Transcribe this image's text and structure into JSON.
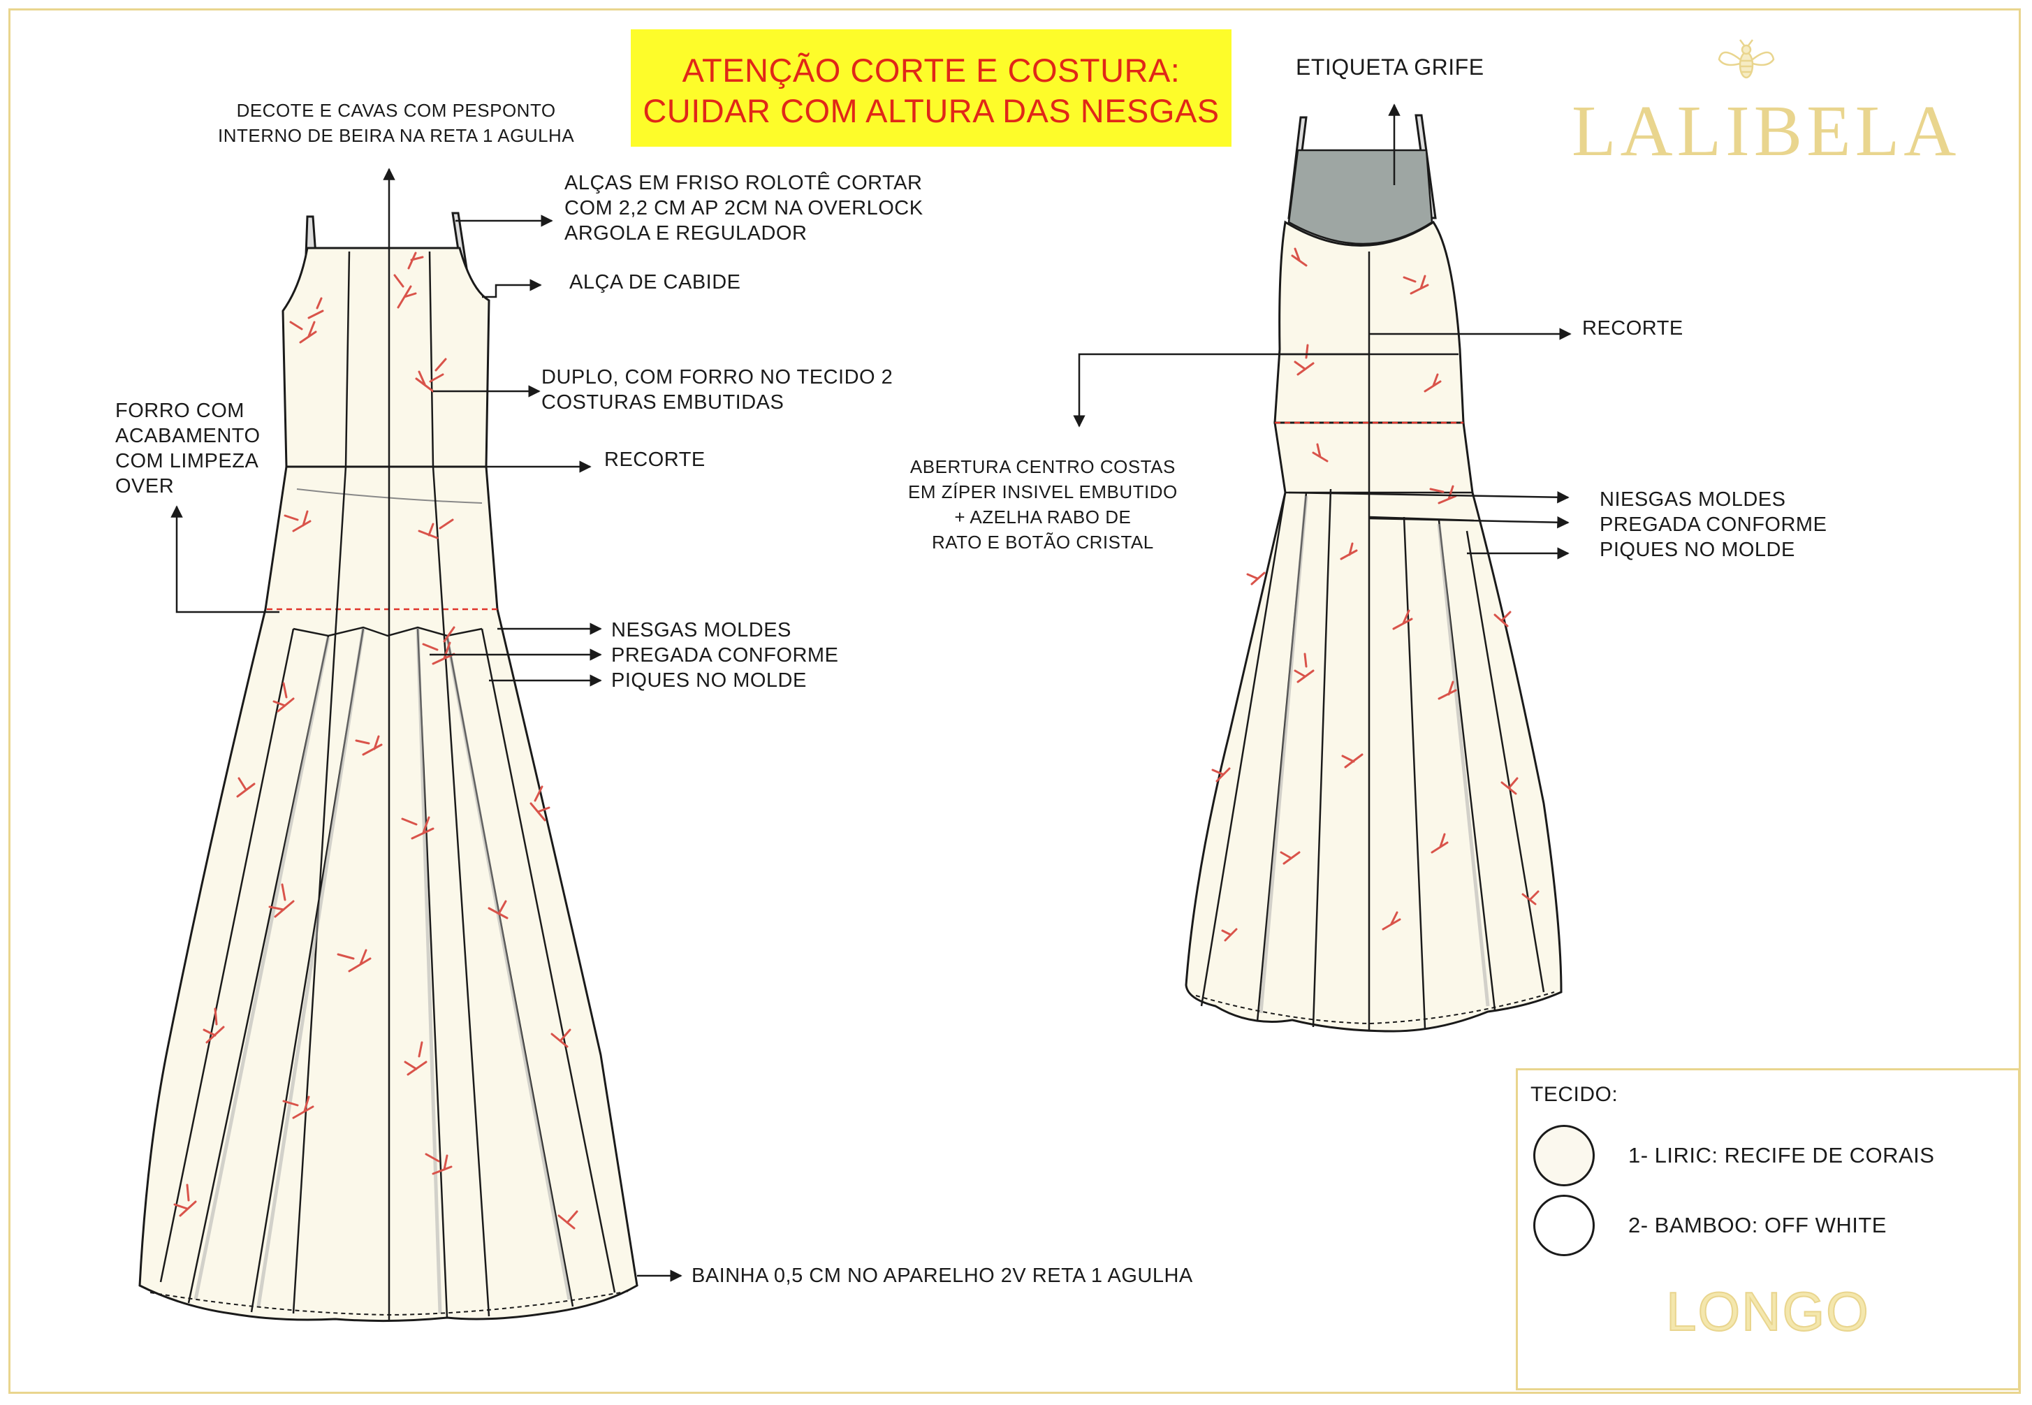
{
  "warning": {
    "line1": "ATENÇÃO CORTE E COSTURA:",
    "line2": "CUIDAR COM ALTURA DAS NESGAS"
  },
  "brand": {
    "name": "LALIBELA",
    "color": "#e9d58e",
    "emblem": "bee-icon"
  },
  "front_notes": {
    "decote": "DECOTE E CAVAS COM PESPONTO\nINTERNO DE BEIRA NA RETA 1 AGULHA",
    "alcas": "ALÇAS EM FRISO ROLOTÊ  CORTAR\nCOM 2,2 CM AP 2CM NA OVERLOCK\nARGOLA E REGULADOR",
    "alca_cabide": "ALÇA DE CABIDE",
    "duplo": "DUPLO, COM FORRO NO TECIDO 2\nCOSTURAS EMBUTIDAS",
    "forro": "FORRO COM\nACABAMENTO\nCOM LIMPEZA\nOVER",
    "recorte": "RECORTE",
    "nesgas": "NESGAS MOLDES",
    "pregada": "PREGADA CONFORME",
    "piques": "PIQUES NO MOLDE",
    "bainha": "BAINHA 0,5 CM NO APARELHO 2V RETA 1 AGULHA"
  },
  "back_notes": {
    "etiqueta": "ETIQUETA GRIFE",
    "recorte": "RECORTE",
    "abertura": "ABERTURA CENTRO COSTAS\nEM  ZÍPER INSIVEL EMBUTIDO\n+ AZELHA RABO DE\nRATO E BOTÃO CRISTAL",
    "niesgas": "NIESGAS MOLDES",
    "pregada": "PREGADA CONFORME",
    "piques": "PIQUES NO MOLDE"
  },
  "fabric": {
    "title": "TECIDO:",
    "items": [
      {
        "label": "1- LIRIC: RECIFE DE CORAIS",
        "color": "#fbf8ee"
      },
      {
        "label": "2- BAMBOO: OFF WHITE",
        "color": "#ffffff"
      }
    ]
  },
  "model": "LONGO",
  "colors": {
    "dress_fill": "#fbf8ea",
    "coral_print": "#d9534a",
    "lining_gray": "#9ea6a3",
    "warning_bg": "#fdfc2a",
    "warning_text": "#e02718"
  }
}
